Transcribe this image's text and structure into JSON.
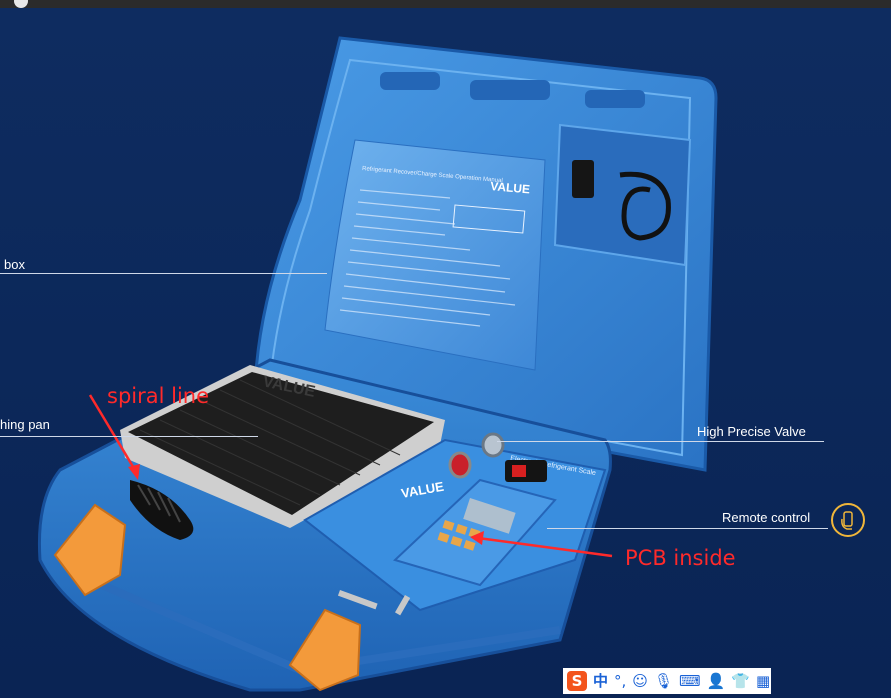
{
  "callouts": {
    "box": "box",
    "pan": "hing pan",
    "valve": "High Precise Valve",
    "remote": "Remote control"
  },
  "annotations": {
    "spiral": "spiral line",
    "pcb": "PCB inside"
  },
  "manual": {
    "title": "Refrigerant Recover/Charge Scale Operation Manual",
    "brand": "VALUE"
  },
  "product": {
    "pan_brand": "VALUE",
    "panel_brand": "VALUE",
    "panel_text": "Electronic Refrigerant Scale"
  },
  "ime": {
    "logo": "S",
    "mode": "中",
    "punct": "°,",
    "emoji": "☺",
    "mic": "🎙",
    "keyboard": "⌨",
    "user": "👤",
    "skin": "👕",
    "grid": "▦"
  },
  "colors": {
    "background": "#0d2a5c",
    "case": "#2f7fd0",
    "annotation": "#ff2a2a",
    "handle": "#f39a3b"
  }
}
